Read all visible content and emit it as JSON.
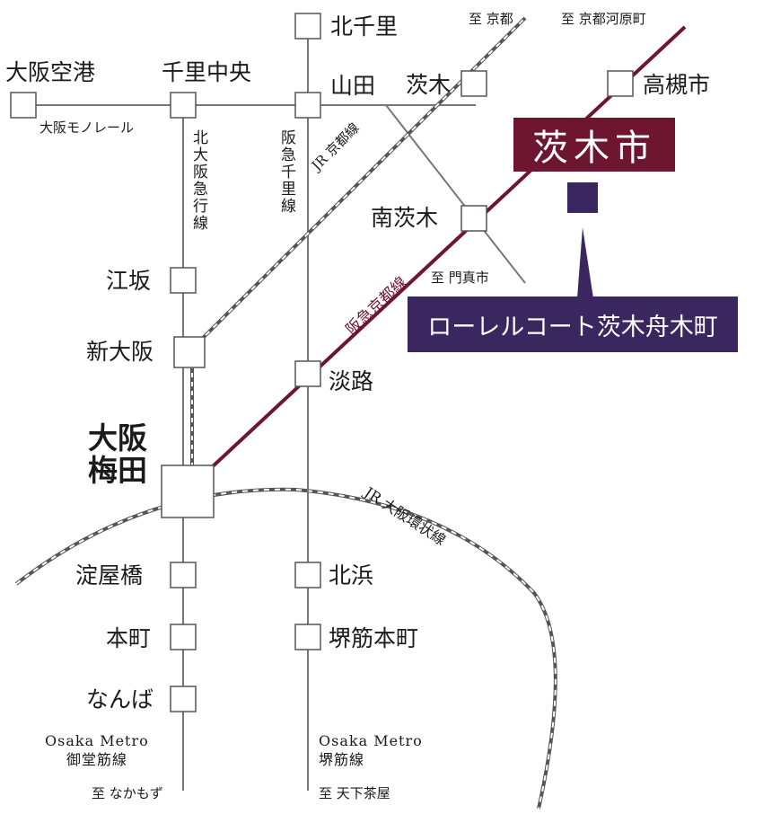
{
  "colors": {
    "hankyu_kyoto_line": "#6e1530",
    "property": "#3a2760",
    "line_gray": "#777777",
    "station_border": "#555555"
  },
  "stations": {
    "kitasenri": "北千里",
    "osaka_airport": "大阪空港",
    "senri_chuo": "千里中央",
    "yamada": "山田",
    "ibaraki": "茨木",
    "takatsuki": "高槻市",
    "minami_ibaraki": "南茨木",
    "esaka": "江坂",
    "shin_osaka": "新大阪",
    "awaji": "淡路",
    "osaka_umeda": "大阪\n梅田",
    "yodoyabashi": "淀屋橋",
    "kitahama": "北浜",
    "honmachi": "本町",
    "sakaisuji_honmachi": "堺筋本町",
    "namba": "なんば"
  },
  "lines": {
    "osaka_monorail": "大阪モノレール",
    "kitakyu": "北大阪急行線",
    "hankyu_senri": "阪急千里線",
    "jr_kyoto": "JR 京都線",
    "hankyu_kyoto": "阪急京都線",
    "jr_loop": "JR 大阪環状線",
    "midosuji": "Osaka Metro\n御堂筋線",
    "sakaisuji": "Osaka Metro\n堺筋線"
  },
  "directions": {
    "to_kyoto": "至 京都",
    "to_kawaramachi": "至 京都河原町",
    "to_kadoma": "至 門真市",
    "to_nakamozu": "至 なかもず",
    "to_tengachaya": "至 天下茶屋"
  },
  "callouts": {
    "city": "茨木市",
    "property": "ローレルコート茨木舟木町"
  }
}
